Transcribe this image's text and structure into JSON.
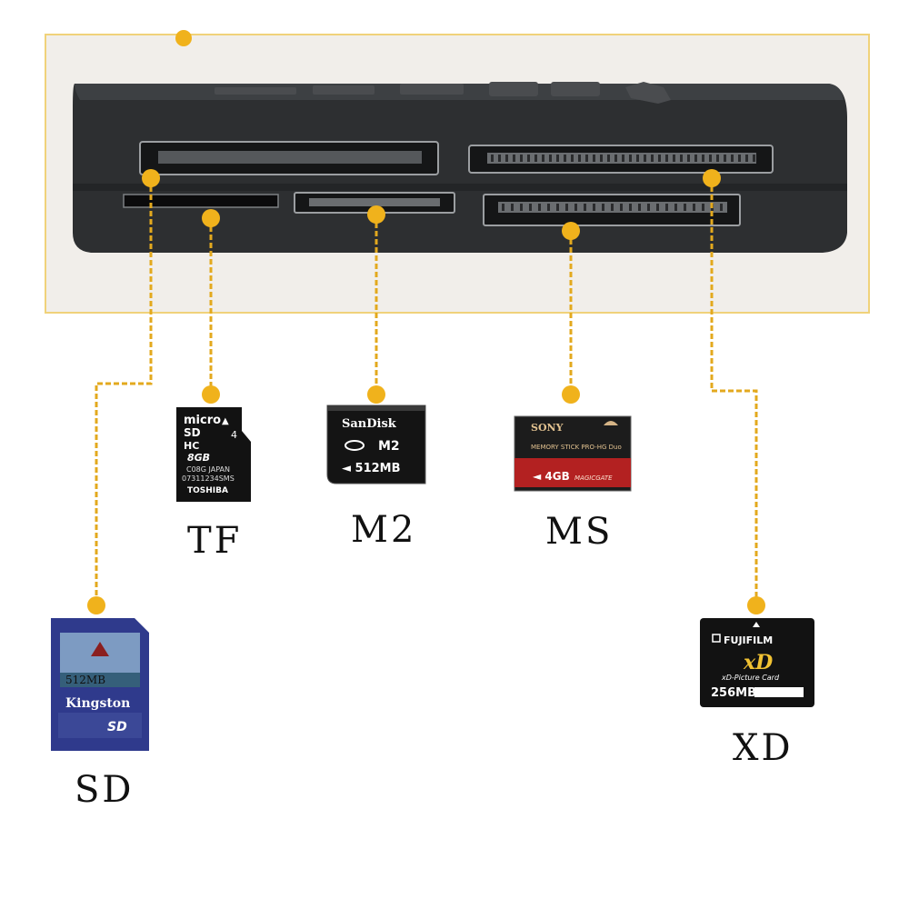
{
  "colors": {
    "accent_line": "#e3a91e",
    "reader_body": "#2b2d2f",
    "sd_card": "#2f3d8c",
    "ms_card": "#1a1a1a",
    "ms_stripe": "#b01e1e"
  },
  "labels": {
    "sd": "SD",
    "tf": "TF",
    "m2": "M2",
    "ms": "MS",
    "xd": "XD"
  },
  "cards": {
    "tf": {
      "line1": "micro",
      "line2": "SD",
      "line3": "HC",
      "class": "4",
      "capacity": "8GB",
      "code1": "C08G JAPAN",
      "code2": "07311234SMS",
      "brand": "TOSHIBA"
    },
    "m2": {
      "brand": "SanDisk",
      "type": "M2",
      "capacity": "◄ 512MB"
    },
    "ms": {
      "brand": "SONY",
      "type": "MEMORY STICK PRO-HG Duo",
      "capacity": "◄ 4GB",
      "magic": "MAGICGATE"
    },
    "sd": {
      "capacity": "512MB",
      "brand": "Kingston",
      "logo": "SD"
    },
    "xd": {
      "brand": "FUJIFILM",
      "logo": "xD",
      "subtitle": "xD-Picture Card",
      "capacity": "256MB"
    }
  }
}
